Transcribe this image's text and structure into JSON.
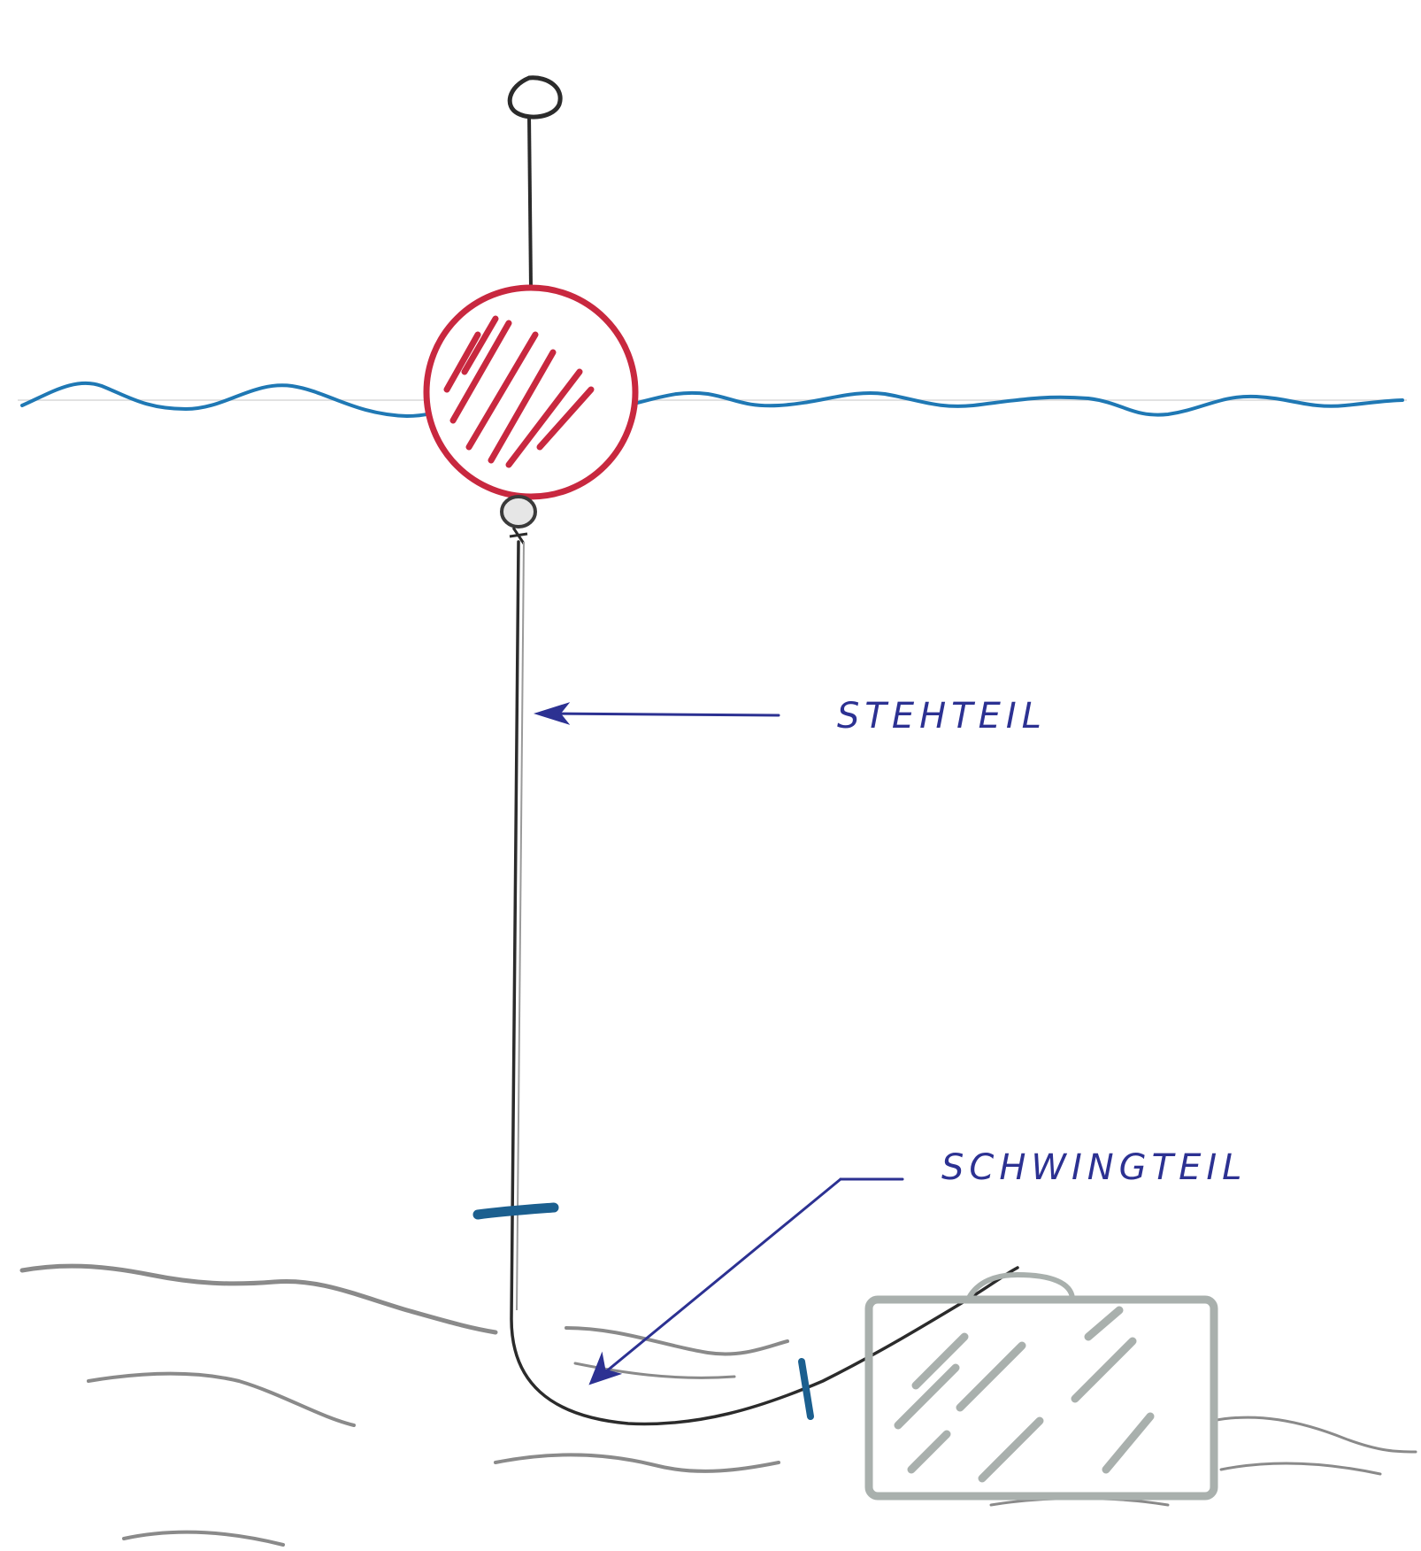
{
  "labels": {
    "upper": "STEHTEIL",
    "lower": "SCHWINGTEIL"
  },
  "colors": {
    "buoy": "#c8283f",
    "water": "#1f78b4",
    "line": "#2b2b2b",
    "label_ink": "#2c3192",
    "marker": "#1b5f8f",
    "seabed": "#8a8a8a",
    "anchor": "#a9b0ad"
  },
  "parts": {
    "float": "buoy-ball",
    "top_marker": "pole-with-ring",
    "anchor": "anchor-block"
  }
}
